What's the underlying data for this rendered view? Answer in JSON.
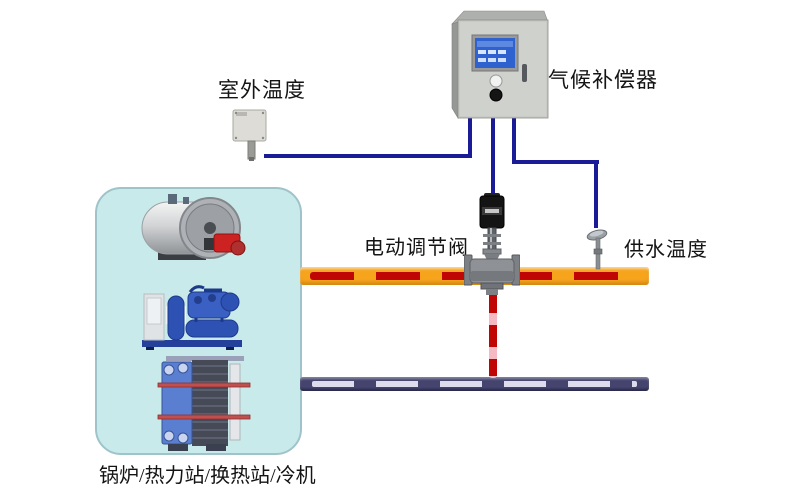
{
  "diagram_title": "climate-compensator heating control schematic",
  "labels": {
    "outdoor_temp": "室外温度",
    "compensator": "气候补偿器",
    "control_valve": "电动调节阀",
    "supply_temp": "供水温度",
    "equipment_caption": "锅炉/热力站/换热站/冷机"
  },
  "components": {
    "controller": "climate-compensator-control-cabinet",
    "outdoor_sensor": "outdoor-temperature-sensor",
    "valve": "motorized-control-valve",
    "supply_sensor": "supply-water-temperature-probe",
    "equipment": [
      "boiler",
      "chiller-unit",
      "plate-heat-exchanger"
    ],
    "pipes": [
      "supply-pipe",
      "return-pipe",
      "valve-branch-pipe"
    ],
    "wiring": "control-signal-wires"
  },
  "colors": {
    "supply_pipe": "#f7a41d",
    "supply_dash": "#c00505",
    "return_pipe": "#44446e",
    "return_dash": "#dcdcec",
    "branch_bg": "#f5b9c4",
    "branch_dash": "#c00505",
    "wire": "#1b1b97",
    "box_fill": "#c9eaea",
    "box_border": "#9ec4ca",
    "screen_blue": "#2f62cf",
    "burner_red": "#cc2222",
    "machine_blue": "#2e52b4"
  }
}
